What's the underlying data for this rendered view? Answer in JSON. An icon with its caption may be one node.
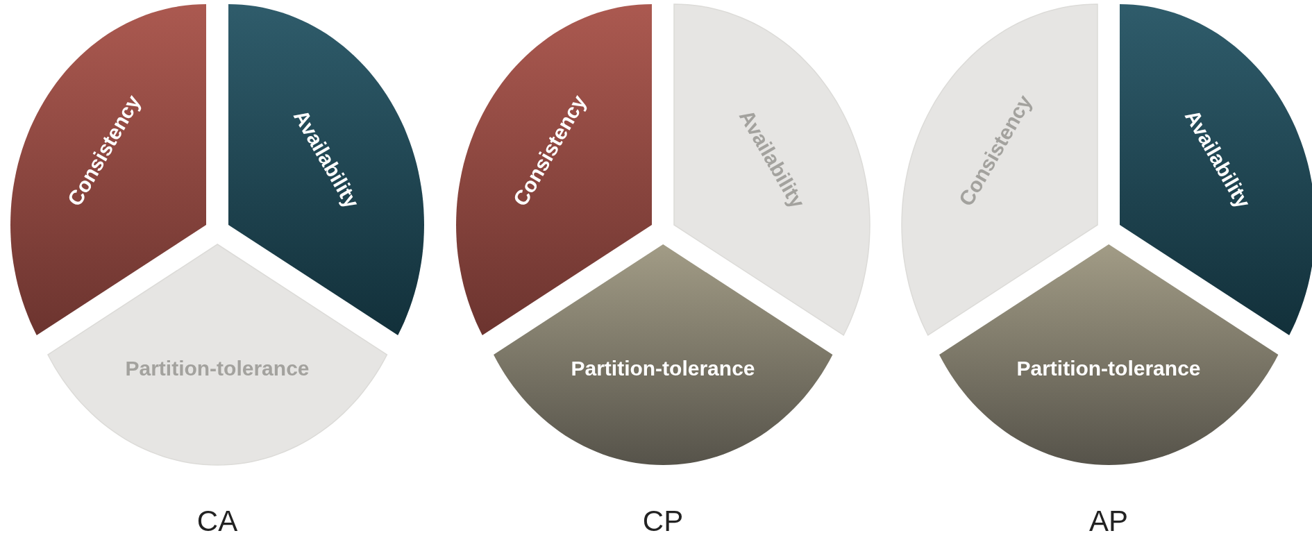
{
  "diagram": {
    "nodes": [
      {
        "text": [
          "Consistency"
        ]
      },
      {
        "text": [
          "Availability"
        ]
      },
      {
        "text": [
          "Partition-tolerance"
        ]
      },
      {
        "text": [
          "Consistency"
        ]
      },
      {
        "text": [
          "Availability"
        ]
      },
      {
        "text": [
          "Partition-tolerance"
        ]
      },
      {
        "text": [
          "Consistency"
        ]
      },
      {
        "text": [
          "Availability"
        ]
      },
      {
        "text": [
          "Partition-tolerance"
        ]
      }
    ],
    "labels": [
      "CA",
      "CP",
      "AP"
    ]
  }
}
